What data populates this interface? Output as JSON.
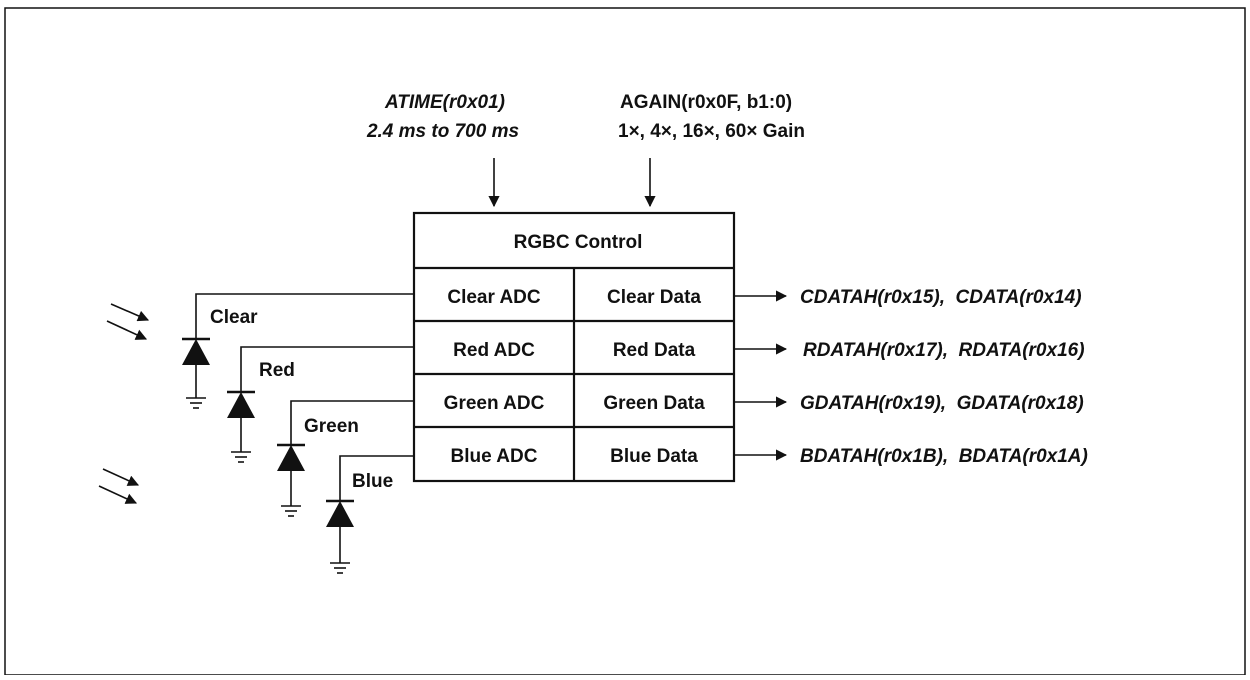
{
  "inputs": {
    "atime": {
      "name": "ATIME(r0x01)",
      "range": "2.4 ms to 700 ms"
    },
    "again": {
      "name": "AGAIN(r0x0F, b1:0)",
      "gain": "1×, 4×, 16×, 60× Gain"
    }
  },
  "control_header": "RGBC Control",
  "channels": [
    {
      "photodiode": "Clear",
      "adc": "Clear ADC",
      "data": "Clear Data",
      "registers": "CDATAH(r0x15),  CDATA(r0x14)"
    },
    {
      "photodiode": "Red",
      "adc": "Red ADC",
      "data": "Red Data",
      "registers": "RDATAH(r0x17),  RDATA(r0x16)"
    },
    {
      "photodiode": "Green",
      "adc": "Green ADC",
      "data": "Green Data",
      "registers": "GDATAH(r0x19),  GDATA(r0x18)"
    },
    {
      "photodiode": "Blue",
      "adc": "Blue ADC",
      "data": "Blue Data",
      "registers": "BDATAH(r0x1B),  BDATA(r0x1A)"
    }
  ],
  "colors": {
    "line": "#111111",
    "background": "#ffffff"
  }
}
